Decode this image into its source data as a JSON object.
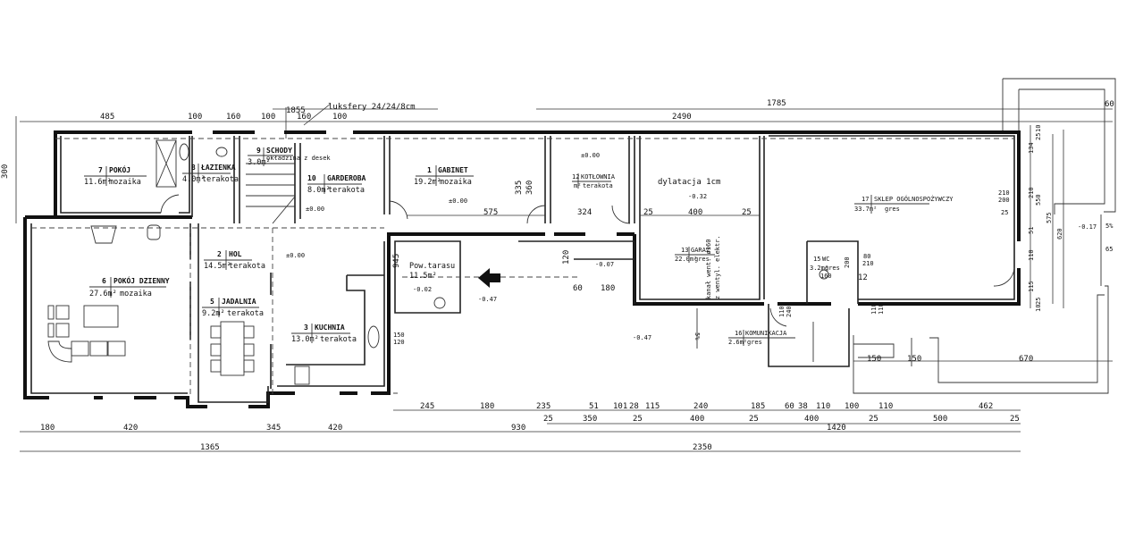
{
  "title_notes": {
    "luksfery": "luksfery 24/24/8cm",
    "dylatacja": "dylatacja 1cm",
    "kanal1": "kanał went. ø160",
    "kanal2": "z wentyl. elektr.",
    "terrace_label": "Pow.tarasu",
    "terrace_area": "11.5m²"
  },
  "rooms": [
    {
      "no": "1",
      "name": "GABINET",
      "area": "19.2m²",
      "floor": "mozaika"
    },
    {
      "no": "2",
      "name": "HOL",
      "area": "14.5m²",
      "floor": "terakota"
    },
    {
      "no": "3",
      "name": "KUCHNIA",
      "area": "13.0m²",
      "floor": "terakota"
    },
    {
      "no": "5",
      "name": "JADALNIA",
      "area": "9.2m²",
      "floor": "terakota"
    },
    {
      "no": "6",
      "name": "POKÓJ DZIENNY",
      "area": "27.6m²",
      "floor": "mozaika"
    },
    {
      "no": "7",
      "name": "POKÓJ",
      "area": "11.6m²",
      "floor": "mozaika"
    },
    {
      "no": "8",
      "name": "ŁAZIENKA",
      "area": "4.0m²",
      "floor": "terakota"
    },
    {
      "no": "9",
      "name": "SCHODY",
      "area": "3.0m²",
      "floor": "okładzina z desek"
    },
    {
      "no": "10",
      "name": "GARDEROBA",
      "area": "8.0m²",
      "floor": "terakota"
    },
    {
      "no": "12",
      "name": "KOTŁOWNIA",
      "area": "m²",
      "floor": "terakota"
    },
    {
      "no": "13",
      "name": "GARAŻ",
      "area": "22.0m²",
      "floor": "gres"
    },
    {
      "no": "15",
      "name": "WC",
      "area": "3.2m²",
      "floor": "gres"
    },
    {
      "no": "16",
      "name": "KOMUNIKACJA",
      "area": "2.6m²",
      "floor": "gres"
    },
    {
      "no": "17",
      "name": "SKLEP OGÓLNOSPOŻYWCZY",
      "area": "33.7m²",
      "floor": "gres"
    }
  ],
  "elevations": [
    "±0.00",
    "±0.00",
    "±0.00",
    "±0.00",
    "-0.32",
    "-0.07",
    "-0.02",
    "-0.47",
    "-0.47",
    "-0.17"
  ],
  "dims_top": [
    "485",
    "100",
    "160",
    "100",
    "160",
    "100",
    "1855",
    "2490",
    "1785",
    "60"
  ],
  "dims_left": [
    "300"
  ],
  "dims_interior": [
    "575",
    "324",
    "335",
    "360",
    "400",
    "25",
    "25",
    "945",
    "120",
    "60",
    "180",
    "150",
    "120",
    "5%",
    "5%",
    "110",
    "240",
    "110",
    "110",
    "80",
    "210",
    "12",
    "160",
    "200"
  ],
  "dims_right": [
    "134",
    "210",
    "51",
    "110",
    "115",
    "25",
    "10",
    "25",
    "10",
    "550",
    "575",
    "620",
    "210",
    "200",
    "25",
    "65",
    "150",
    "150",
    "670"
  ],
  "dims_bottom_1": [
    "245",
    "180",
    "235",
    "51",
    "101",
    "28",
    "115",
    "240",
    "185",
    "60",
    "38",
    "110",
    "100",
    "110",
    "462"
  ],
  "dims_bottom_2": [
    "25",
    "350",
    "25",
    "400",
    "25",
    "400",
    "25",
    "500",
    "25"
  ],
  "dims_bottom_3": [
    "180",
    "420",
    "345",
    "420",
    "930",
    "1420"
  ],
  "dims_bottom_4": [
    "1365",
    "2350"
  ]
}
